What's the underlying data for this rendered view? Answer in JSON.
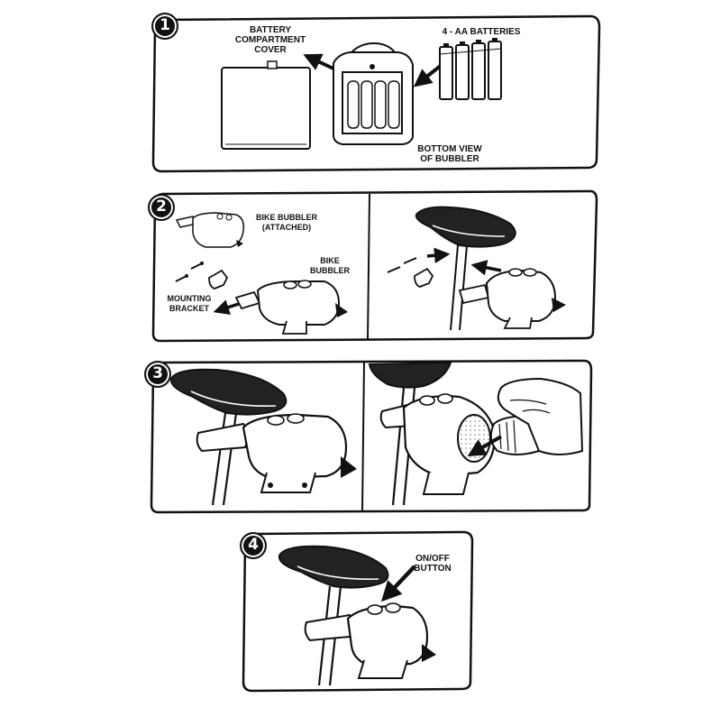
{
  "steps": [
    {
      "number": "1",
      "labels": {
        "cover": [
          "BATTERY",
          "COMPARTMENT",
          "COVER"
        ],
        "batteries": "4 - AA BATTERIES",
        "bottom_view": [
          "BOTTOM VIEW",
          "OF BUBBLER"
        ]
      }
    },
    {
      "number": "2",
      "labels": {
        "attached": [
          "BIKE BUBBLER",
          "(ATTACHED)"
        ],
        "bubbler": [
          "BIKE",
          "BUBBLER"
        ],
        "bracket": [
          "MOUNTING",
          "BRACKET"
        ]
      }
    },
    {
      "number": "3",
      "labels": {}
    },
    {
      "number": "4",
      "labels": {
        "button": [
          "ON/OFF",
          "BUTTON"
        ]
      }
    }
  ],
  "colors": {
    "ink": "#111111",
    "paper": "#ffffff",
    "shade": "#d9d9d9"
  }
}
